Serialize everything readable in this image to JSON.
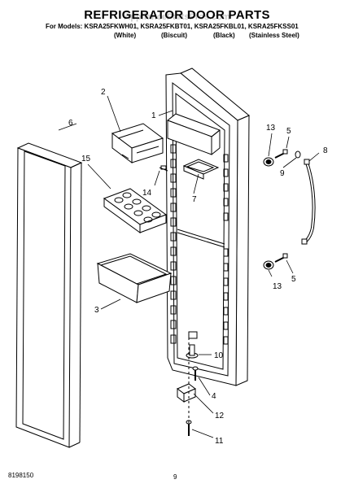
{
  "header": {
    "title": "REFRIGERATOR DOOR PARTS",
    "watermark": "AppliancePartsPros.com",
    "models": "For Models: KSRA25FKWH01, KSRA25FKBT01, KSRA25FKBL01, KSRA25FKSS01",
    "colors": [
      "(White)",
      "(Biscuit)",
      "(Black)",
      "(Stainless Steel)"
    ]
  },
  "callouts": {
    "c1": "1",
    "c2": "2",
    "c3": "3",
    "c4": "4",
    "c5a": "5",
    "c5b": "5",
    "c6": "6",
    "c7": "7",
    "c8": "8",
    "c9": "9",
    "c10": "10",
    "c11": "11",
    "c12": "12",
    "c13a": "13",
    "c13b": "13",
    "c14": "14",
    "c15": "15"
  },
  "footer": {
    "doc_number": "8198150",
    "page_number": "9"
  }
}
